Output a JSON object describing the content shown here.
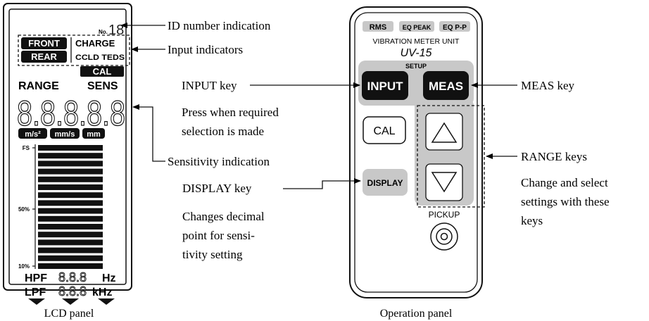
{
  "lcd_panel": {
    "caption": "LCD panel",
    "id_prefix": "No.",
    "id_value": "18",
    "front": "FRONT",
    "rear": "REAR",
    "charge": "CHARGE",
    "ccld_teds": "CCLD TEDS",
    "cal": "CAL",
    "range": "RANGE",
    "sens": "SENS",
    "digits": "8.8.8.8.8",
    "units": [
      "m/s²",
      "mm/s",
      "mm"
    ],
    "bargraph_labels": [
      "FS",
      "50%",
      "10%"
    ],
    "hpf": "HPF",
    "hpf_digits": "8.8.8",
    "hz": "Hz",
    "lpf": "LPF",
    "lpf_digits": "8.8.8",
    "khz": "kHz"
  },
  "operation_panel": {
    "caption": "Operation panel",
    "badges": [
      "RMS",
      "EQ PEAK",
      "EQ P-P"
    ],
    "unit_name": "VIBRATION METER UNIT",
    "model": "UV-15",
    "setup": "SETUP",
    "input_key": "INPUT",
    "meas_key": "MEAS",
    "cal_key": "CAL",
    "display_key": "DISPLAY",
    "pickup": "PICKUP"
  },
  "callouts": {
    "id_number": "ID number indication",
    "input_indicators": "Input indicators",
    "sensitivity": "Sensitivity indication",
    "input_key": "INPUT key",
    "input_key_note": [
      "Press when required",
      "selection is made"
    ],
    "display_key": "DISPLAY key",
    "display_key_note": [
      "Changes decimal",
      "point for sensi-",
      "tivity setting"
    ],
    "meas_key": "MEAS key",
    "range_keys": "RANGE keys",
    "range_keys_note": [
      "Change and select",
      "settings with these",
      "keys"
    ]
  }
}
